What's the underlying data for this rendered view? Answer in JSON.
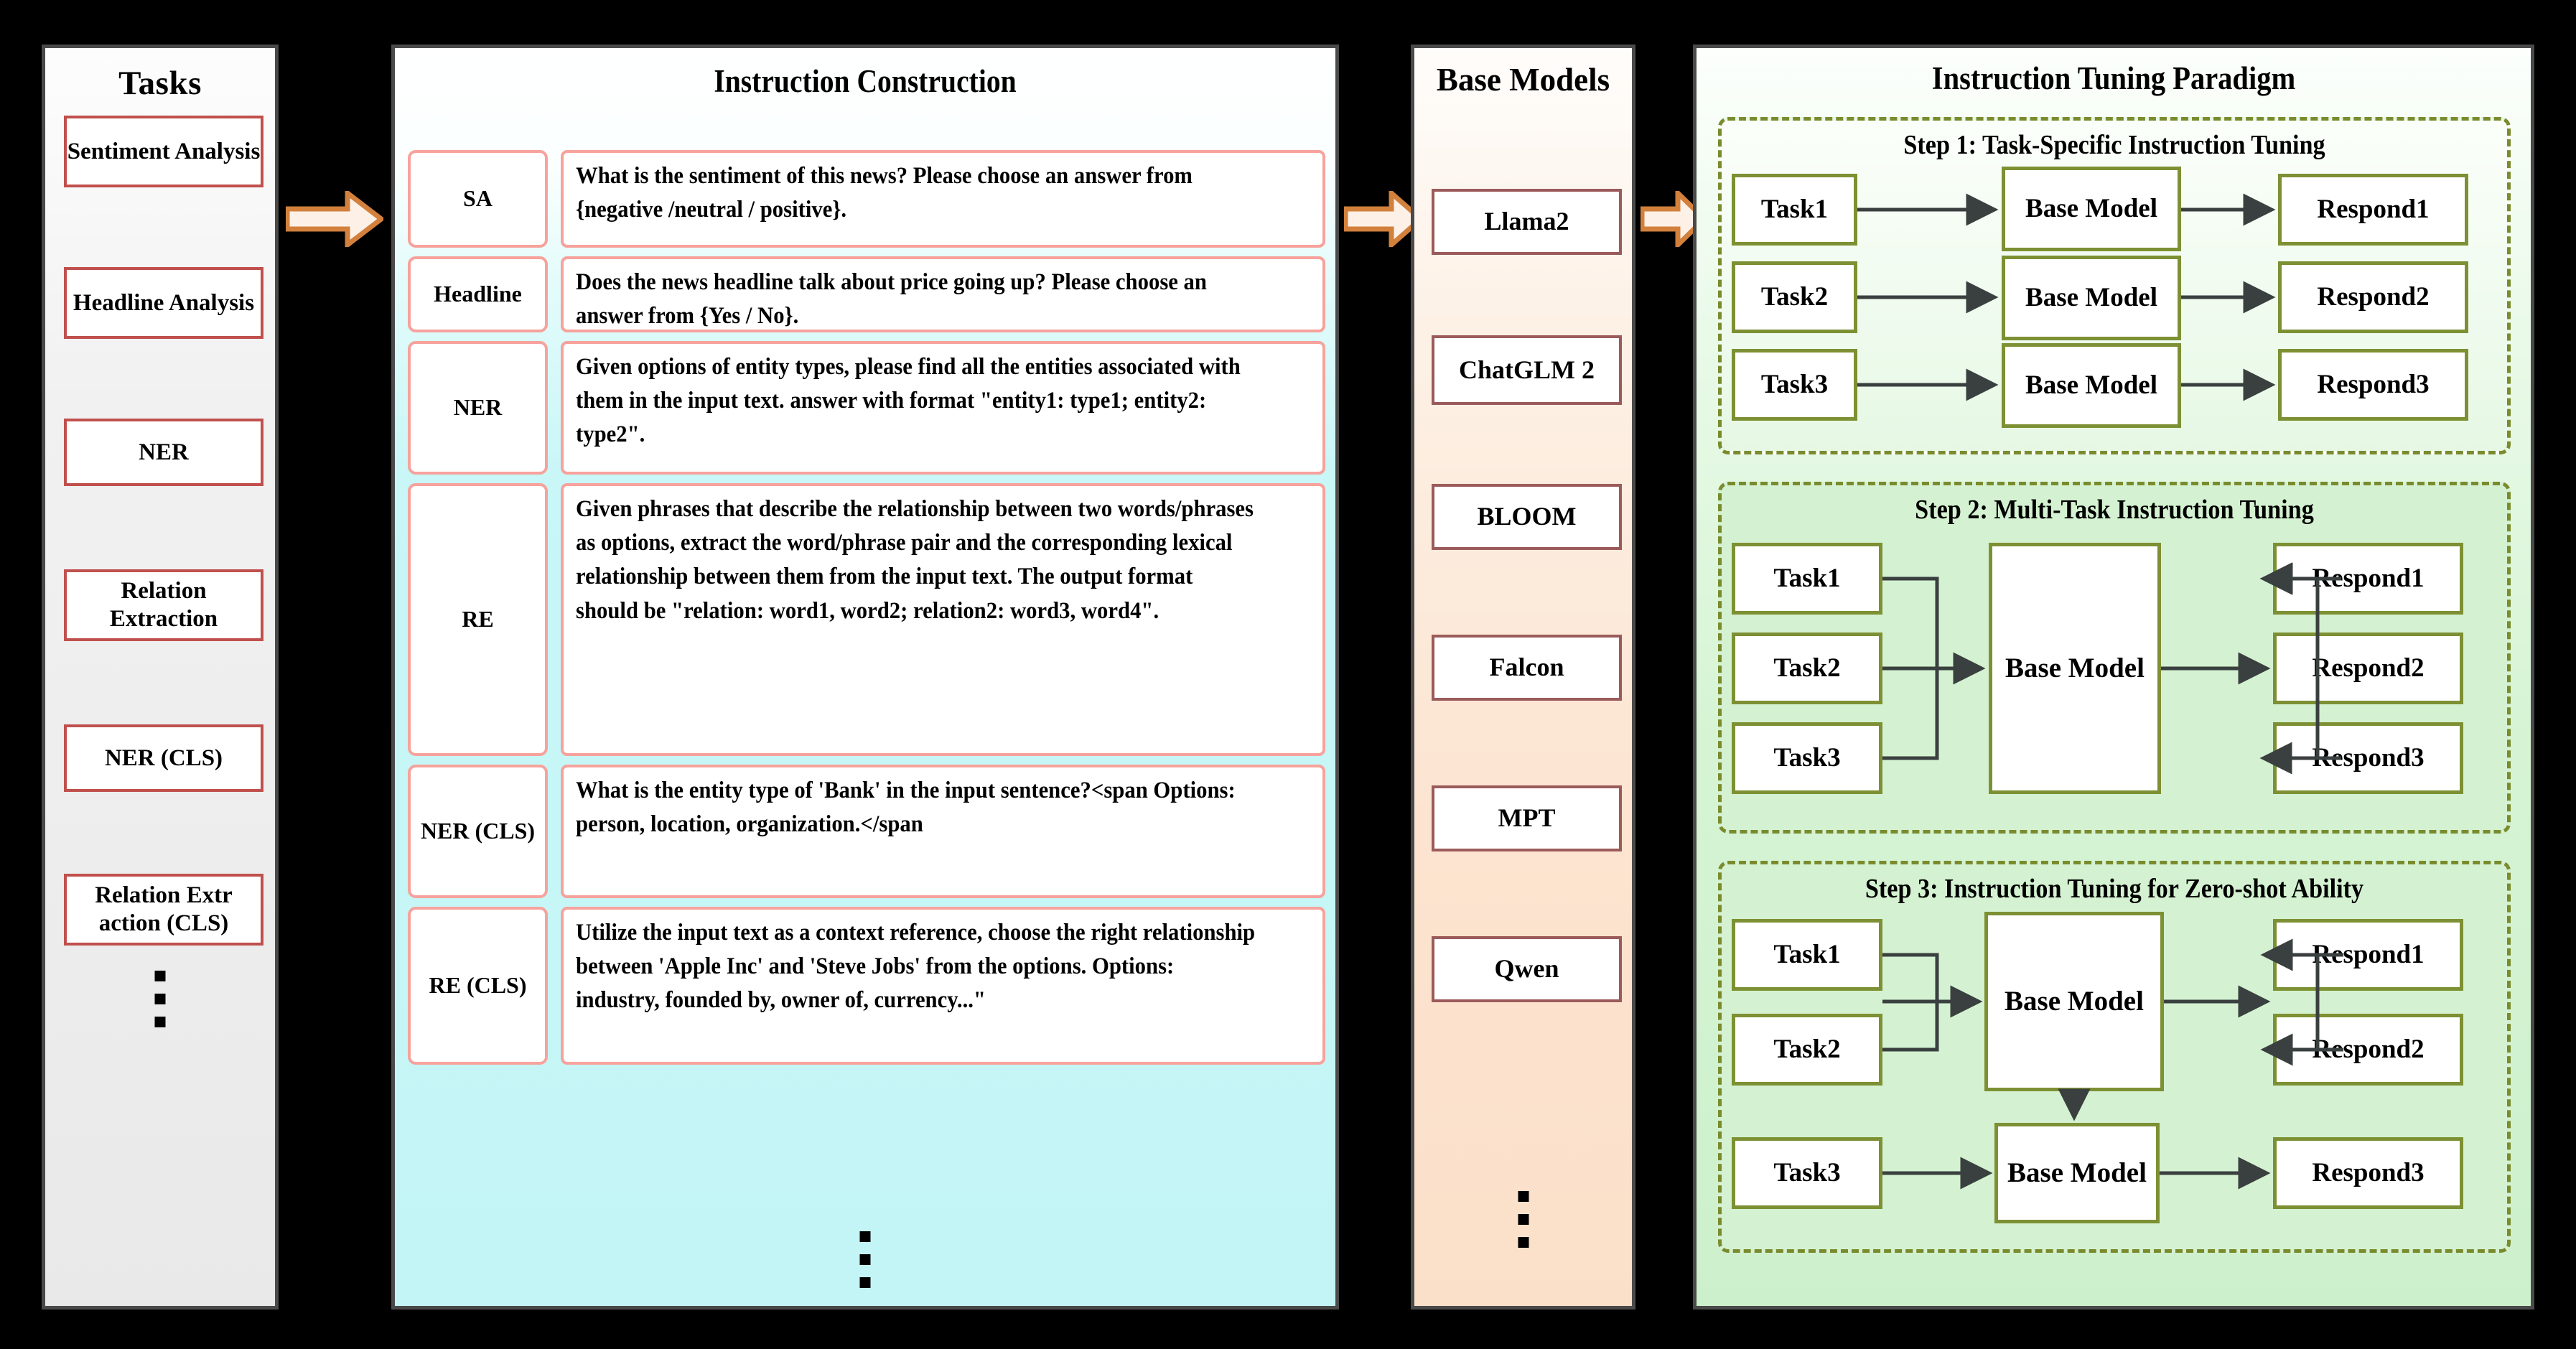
{
  "panels": {
    "tasks": {
      "title": "Tasks",
      "items": [
        "Sentiment Analysis",
        "Headline Analysis",
        "NER",
        "Relation Extraction",
        "NER (CLS)",
        "Relation Extr action (CLS)"
      ],
      "ellipsis": "vertical-dots"
    },
    "instruction": {
      "title": "Instruction Construction",
      "rows": [
        {
          "label": "SA",
          "text": "What is the sentiment of this news? Please choose an answer from {negative /neutral / positive}."
        },
        {
          "label": "Headline",
          "text": "Does the news headline talk about price going up? Please choose an answer from {Yes / No}."
        },
        {
          "label": "NER",
          "text": "Given options of entity types, please find all the entities associated with them in the input text. answer with format \"entity1: type1; entity2: type2\"."
        },
        {
          "label": "RE",
          "text": "Given phrases that describe the relationship between two words/phrases as options, extract the word/phrase pair and the corresponding lexical relationship between them from the input text. The output format should be \"relation: word1, word2; relation2: word3, word4\"."
        },
        {
          "label": "NER (CLS)",
          "text": "What is the entity type of 'Bank' in the input sentence?<span Options: person, location, organization.</span"
        },
        {
          "label": "RE (CLS)",
          "text": "Utilize the input text as a context reference, choose the right relationship between 'Apple Inc' and 'Steve Jobs' from the options. Options: industry, founded by, owner of, currency...\""
        }
      ],
      "ellipsis": "vertical-dots"
    },
    "base_models": {
      "title": "Base Models",
      "items": [
        "Llama2",
        "ChatGLM 2",
        "BLOOM",
        "Falcon",
        "MPT",
        "Qwen"
      ],
      "ellipsis": "vertical-dots"
    },
    "paradigm": {
      "title": "Instruction Tuning Paradigm",
      "steps": [
        {
          "title": "Step 1: Task-Specific Instruction Tuning",
          "tasks": [
            "Task1",
            "Task2",
            "Task3"
          ],
          "models": [
            "Base Model",
            "Base Model",
            "Base Model"
          ],
          "responds": [
            "Respond1",
            "Respond2",
            "Respond3"
          ]
        },
        {
          "title": "Step 2: Multi-Task Instruction Tuning",
          "tasks": [
            "Task1",
            "Task2",
            "Task3"
          ],
          "models": [
            "Base Model"
          ],
          "responds": [
            "Respond1",
            "Respond2",
            "Respond3"
          ]
        },
        {
          "title": "Step 3: Instruction Tuning for Zero-shot Ability",
          "tasks": [
            "Task1",
            "Task2",
            "Task3"
          ],
          "models": [
            "Base Model",
            "Base Model"
          ],
          "responds": [
            "Respond1",
            "Respond2",
            "Respond3"
          ]
        }
      ]
    }
  },
  "flow_arrows": [
    {
      "name": "tasks-to-instruction"
    },
    {
      "name": "instruction-to-base-models"
    },
    {
      "name": "base-models-to-paradigm"
    }
  ],
  "colors": {
    "panel_border": "#4a4a4a",
    "task_box_border": "#c0504d",
    "instruction_box_border": "#f7a29c",
    "instruction_panel_bg": "#c4f5f6",
    "base_model_box_border": "#9b5b5b",
    "base_models_panel_bg": "#fce4d0",
    "paradigm_panel_bg": "#cdf0cc",
    "step_dash_border": "#7a8b2e",
    "green_box_border": "#7d9033",
    "flow_arrow_fill": "#fdf0e6",
    "flow_arrow_border": "#d2803c",
    "wire": "#3a3f3f"
  }
}
